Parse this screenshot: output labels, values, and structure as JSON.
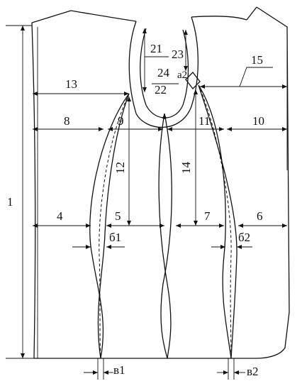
{
  "labels": {
    "m1": "1",
    "m4": "4",
    "m5": "5",
    "m6": "6",
    "m7": "7",
    "m8": "8",
    "m9": "9",
    "m10": "10",
    "m11": "11",
    "m12": "12",
    "m13": "13",
    "m14": "14",
    "m15": "15",
    "m21": "21",
    "m22": "22",
    "m23": "23",
    "m24": "24",
    "a2": "a2",
    "b1": "б1",
    "b2": "б2",
    "v1": "в1",
    "v2": "в2"
  },
  "colors": {
    "line": "#111111",
    "background": "#ffffff"
  }
}
